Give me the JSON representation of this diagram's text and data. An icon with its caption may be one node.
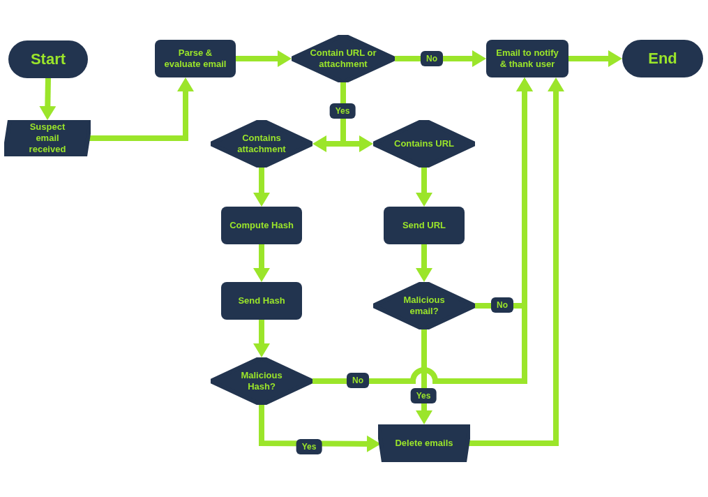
{
  "diagram": {
    "nodes": [
      {
        "text": [
          "Start"
        ]
      },
      {
        "text": [
          "Suspect email received"
        ]
      },
      {
        "text": [
          "Parse & evaluate email"
        ]
      },
      {
        "text": [
          "Contain URL or attachment"
        ]
      },
      {
        "text": [
          "Contains attachment"
        ]
      },
      {
        "text": [
          "Contains URL"
        ]
      },
      {
        "text": [
          "Compute Hash"
        ]
      },
      {
        "text": [
          "Send URL"
        ]
      },
      {
        "text": [
          "Send Hash"
        ]
      },
      {
        "text": [
          "Malicious email?"
        ]
      },
      {
        "text": [
          "Malicious Hash?"
        ]
      },
      {
        "text": [
          "Delete emails"
        ]
      },
      {
        "text": [
          "Email to notify & thank user"
        ]
      },
      {
        "text": [
          "End"
        ]
      }
    ],
    "edges": [
      {
        "from": 0,
        "to": 1,
        "arrow": "to"
      },
      {
        "from": 1,
        "to": 2,
        "arrow": "to"
      },
      {
        "from": 2,
        "to": 3,
        "arrow": "to"
      },
      {
        "from": 3,
        "to": 12,
        "arrow": "to",
        "label": "No"
      },
      {
        "from": 3,
        "to": 4,
        "arrow": "to",
        "label": "Yes"
      },
      {
        "from": 3,
        "to": 5,
        "arrow": "to"
      },
      {
        "from": 4,
        "to": 6,
        "arrow": "to"
      },
      {
        "from": 5,
        "to": 7,
        "arrow": "to"
      },
      {
        "from": 6,
        "to": 8,
        "arrow": "to"
      },
      {
        "from": 7,
        "to": 9,
        "arrow": "to"
      },
      {
        "from": 8,
        "to": 10,
        "arrow": "to"
      },
      {
        "from": 9,
        "to": 12,
        "arrow": "to",
        "label": "No"
      },
      {
        "from": 10,
        "to": 12,
        "arrow": "to",
        "label": "No"
      },
      {
        "from": 9,
        "to": 11,
        "arrow": "to",
        "label": "Yes"
      },
      {
        "from": 10,
        "to": 11,
        "arrow": "to",
        "label": "Yes"
      },
      {
        "from": 11,
        "to": 12,
        "arrow": "to"
      },
      {
        "from": 12,
        "to": 13,
        "arrow": "to"
      }
    ]
  }
}
